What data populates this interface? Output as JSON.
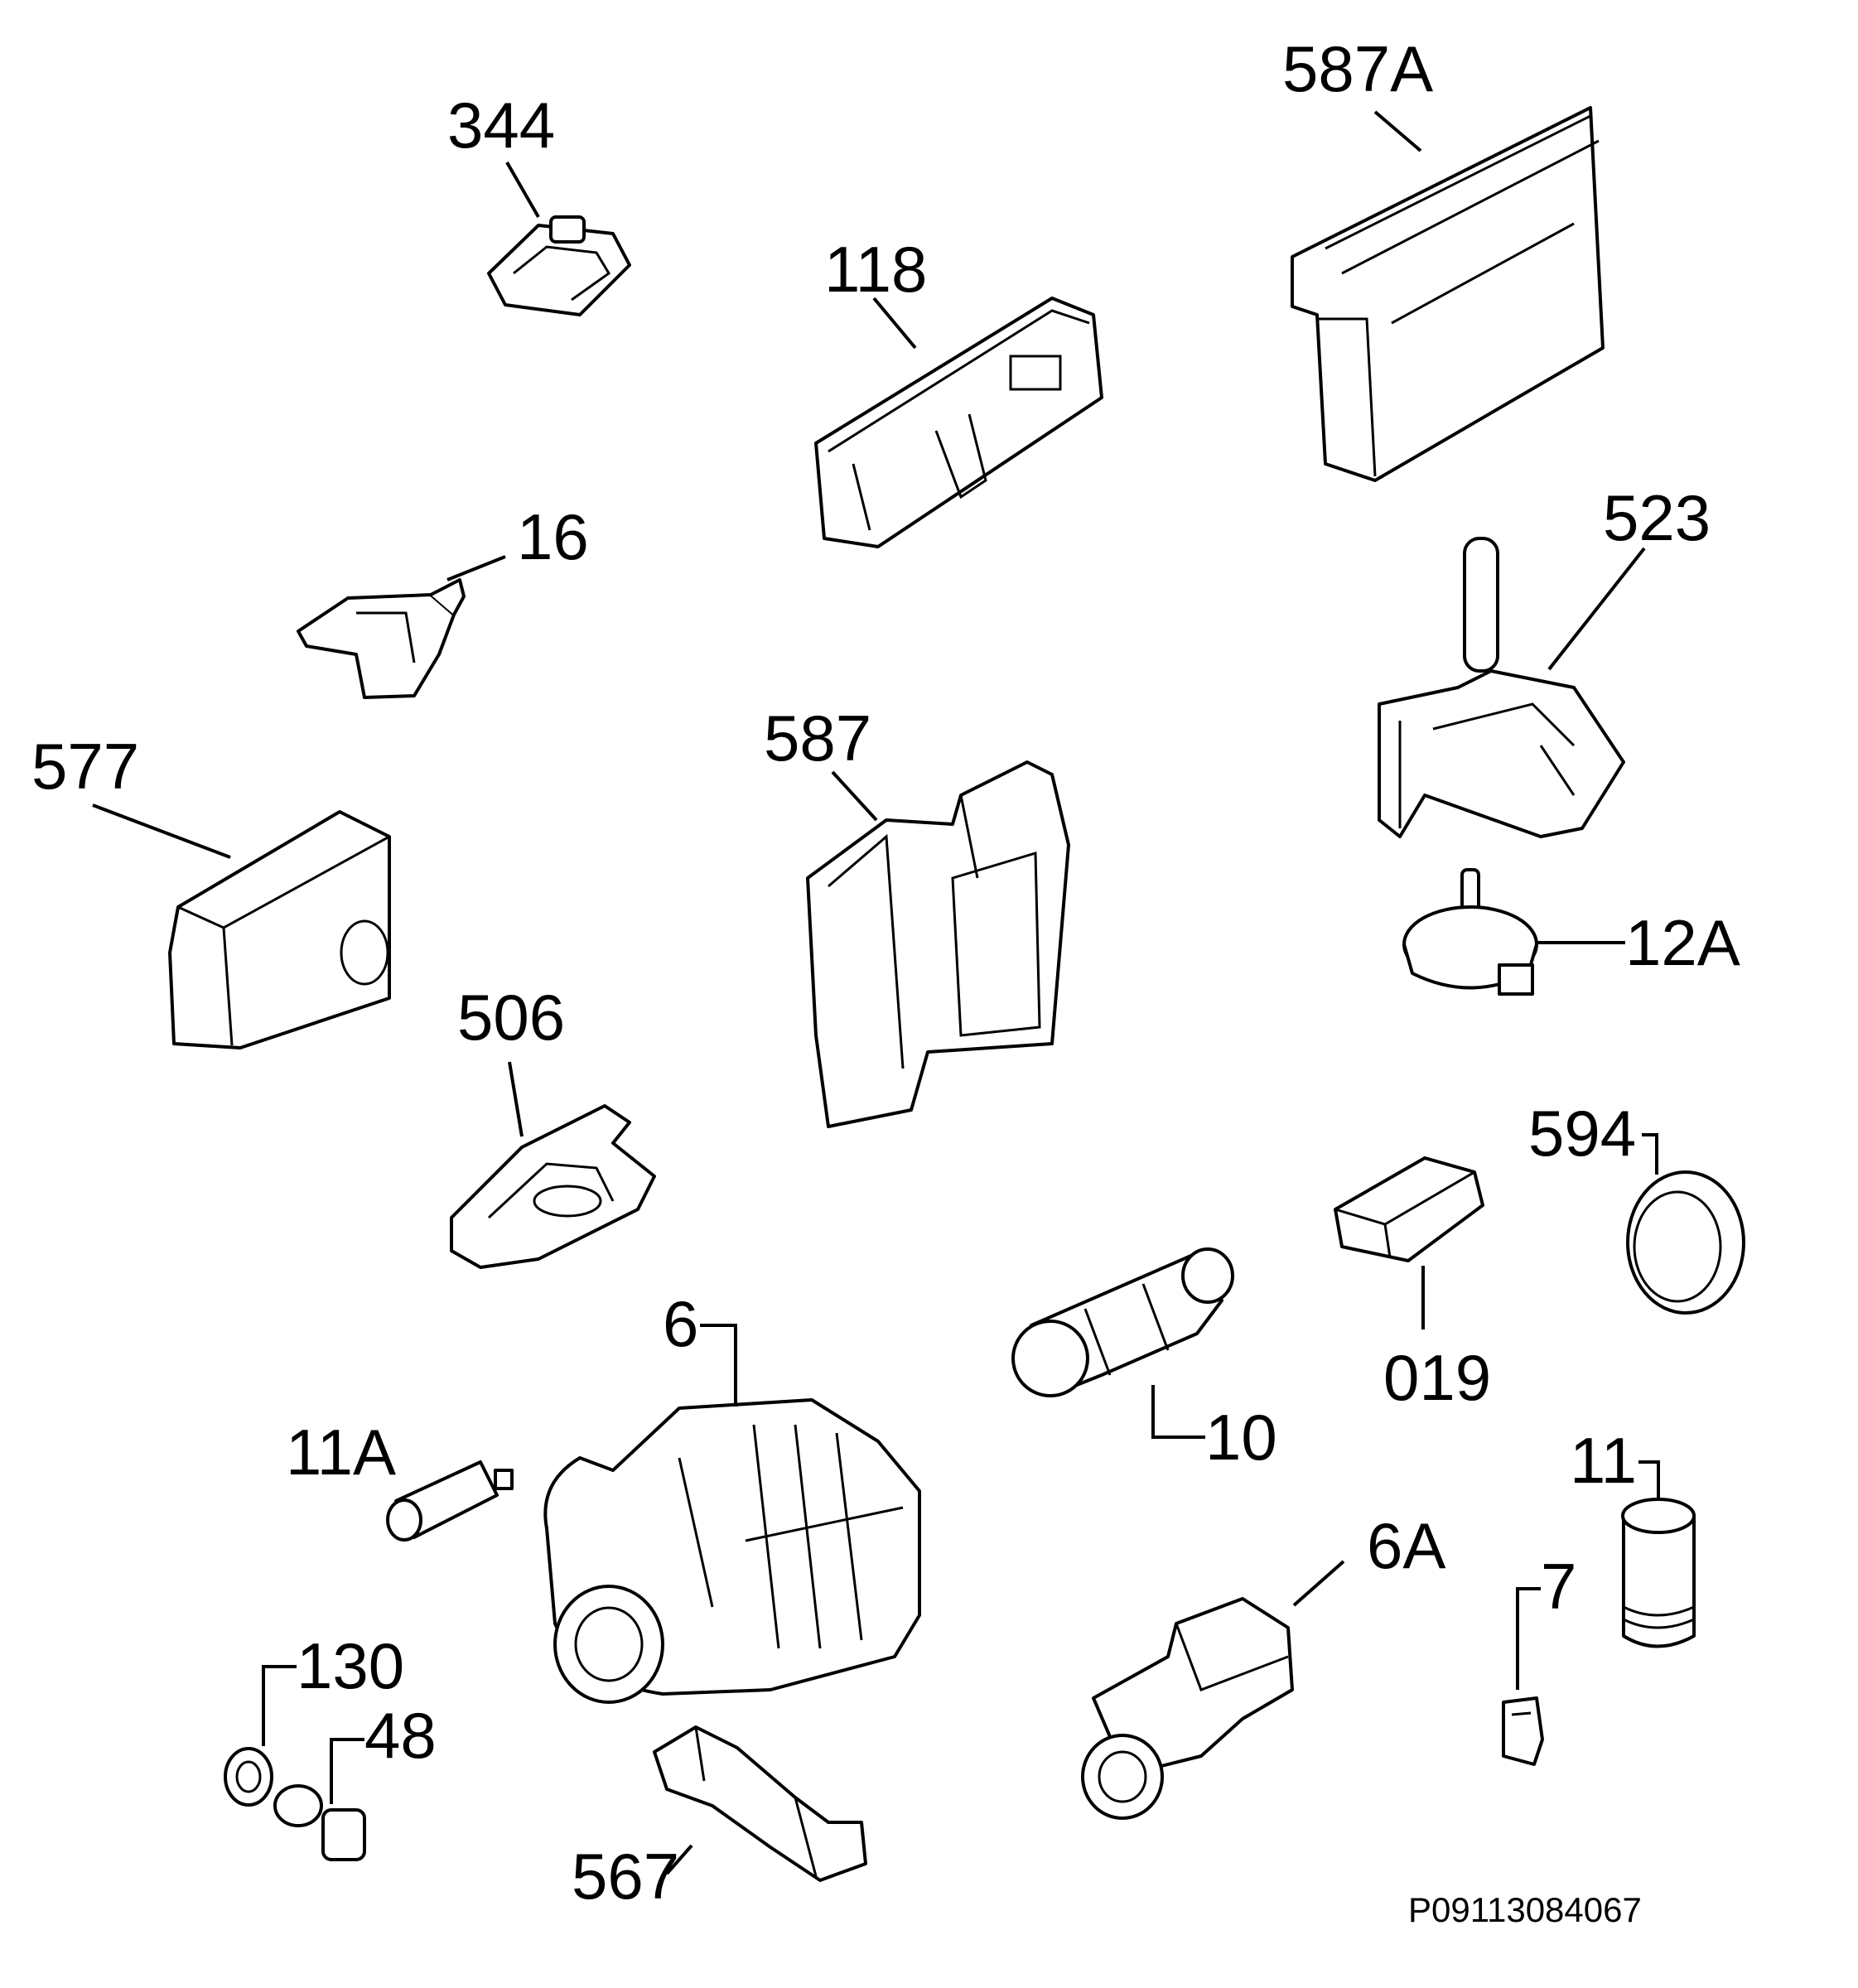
{
  "parts": {
    "p344": "344",
    "p587A": "587A",
    "p118": "118",
    "p16": "16",
    "p523": "523",
    "p577": "577",
    "p587": "587",
    "p12A": "12A",
    "p506": "506",
    "p594": "594",
    "p019": "019",
    "p6": "6",
    "p10": "10",
    "p11A": "11A",
    "p11": "11",
    "p6A": "6A",
    "p7": "7",
    "p130": "130",
    "p48": "48",
    "p567": "567"
  },
  "reference": "P09113084067"
}
